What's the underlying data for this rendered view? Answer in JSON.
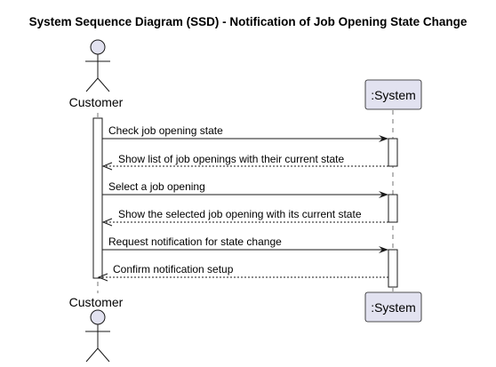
{
  "diagram": {
    "title": "System Sequence Diagram (SSD) - Notification of Job Opening State Change",
    "participants": {
      "actor": {
        "name": "Customer",
        "icon": "stick-figure-icon"
      },
      "system": {
        "name": ":System"
      }
    },
    "messages": [
      {
        "label": "Check job opening state",
        "kind": "request",
        "from": "Customer",
        "to": ":System"
      },
      {
        "label": "Show list of job openings with their current state",
        "kind": "reply",
        "from": ":System",
        "to": "Customer"
      },
      {
        "label": "Select a job opening",
        "kind": "request",
        "from": "Customer",
        "to": ":System"
      },
      {
        "label": "Show the selected job opening with its current state",
        "kind": "reply",
        "from": ":System",
        "to": "Customer"
      },
      {
        "label": "Request notification for state change",
        "kind": "request",
        "from": "Customer",
        "to": ":System"
      },
      {
        "label": "Confirm notification setup",
        "kind": "reply",
        "from": ":System",
        "to": "Customer"
      }
    ]
  },
  "colors": {
    "participant_fill": "#E2E2F0",
    "participant_stroke": "#181818",
    "lifeline": "#181818",
    "activation_fill": "#FFFFFF",
    "line": "#181818"
  }
}
